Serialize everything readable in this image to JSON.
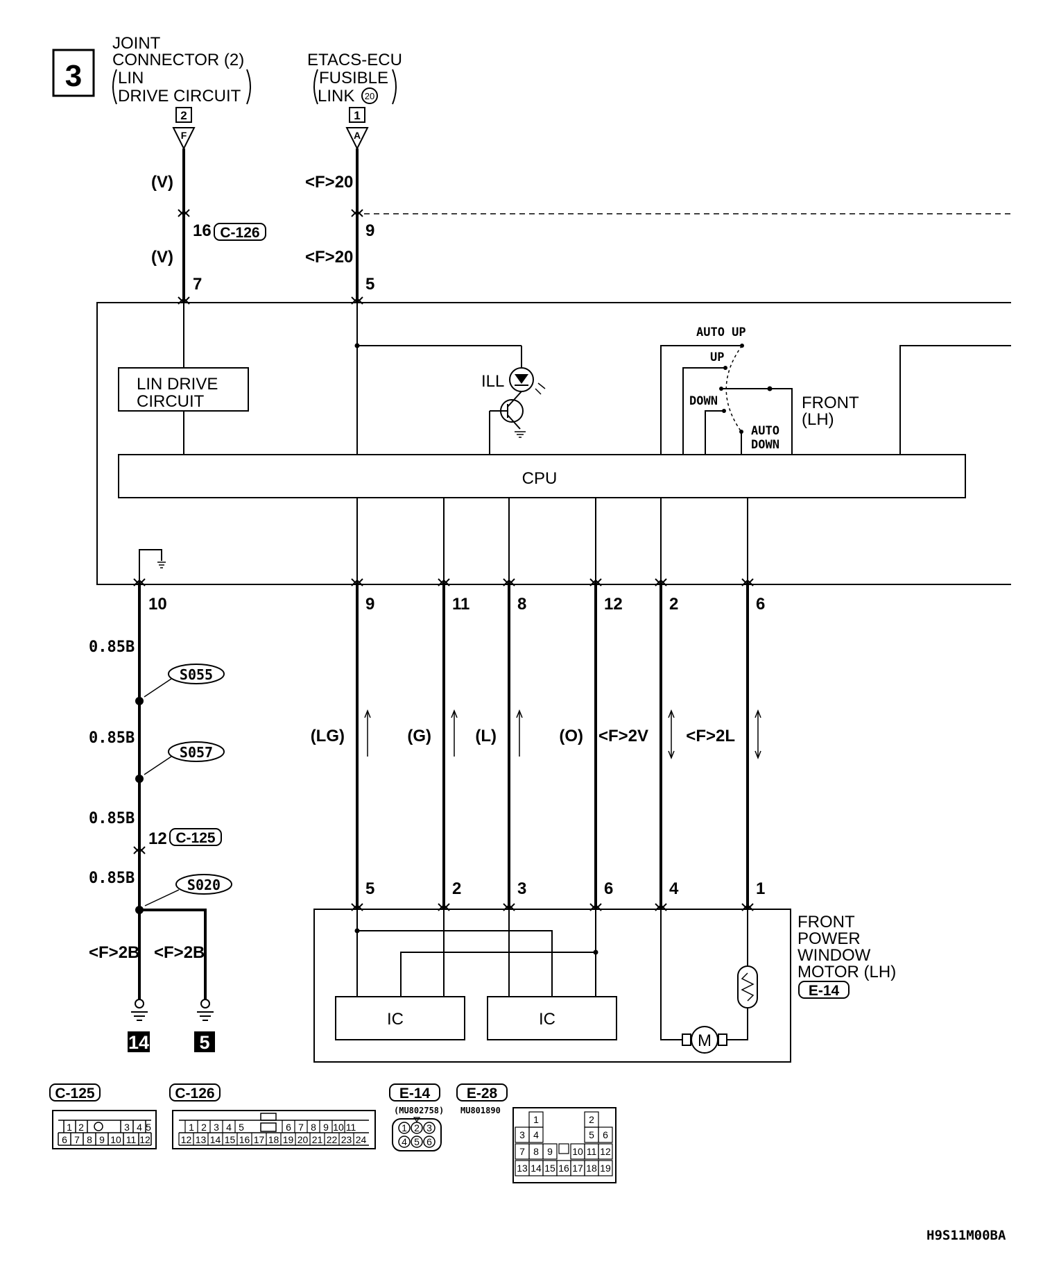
{
  "diagram": {
    "page_number": "3",
    "drawing_code": "H9S11M00BA"
  },
  "sources": {
    "joint": {
      "line1": "JOINT",
      "line2": "CONNECTOR (2)",
      "line3": "LIN",
      "line4": "DRIVE CIRCUIT",
      "pin": "2",
      "connector": "F"
    },
    "etacs": {
      "line1": "ETACS-ECU",
      "line2": "FUSIBLE",
      "line3": "LINK",
      "fusible_no": "20",
      "pin": "1",
      "connector": "A"
    }
  },
  "upper_wires": {
    "w1_color_a": "(V)",
    "w1_pin_c126": "16",
    "c126_tag": "C-126",
    "w1_color_b": "(V)",
    "w1_switch_pin": "7",
    "w2_color_a": "<F>20",
    "w2_pin": "9",
    "w2_color_b": "<F>20",
    "w2_switch_pin": "5"
  },
  "switch": {
    "lin_block_line1": "LIN DRIVE",
    "lin_block_line2": "CIRCUIT",
    "ill_label": "ILL",
    "cpu_label": "CPU",
    "auto_up": "AUTO UP",
    "up": "UP",
    "down": "DOWN",
    "auto_down_1": "AUTO",
    "auto_down_2": "DOWN",
    "front_lh_1": "FRONT",
    "front_lh_2": "(LH)"
  },
  "output_pins": [
    "10",
    "9",
    "11",
    "8",
    "12",
    "2",
    "6"
  ],
  "output_colors": [
    "(LG)",
    "(G)",
    "(L)",
    "(O)",
    "<F>2V",
    "<F>2L"
  ],
  "motor_pins": [
    "5",
    "2",
    "3",
    "6",
    "4",
    "1"
  ],
  "ground": {
    "w1": "0.85B",
    "w2": "0.85B",
    "w3": "0.85B",
    "w4": "0.85B",
    "splice1": "S055",
    "splice2": "S057",
    "splice3": "S020",
    "c125_pin": "12",
    "c125_tag": "C-125",
    "left_color": "<F>2B",
    "right_color": "<F>2B",
    "ground_a": "14",
    "ground_b": "5"
  },
  "motor": {
    "line1": "FRONT",
    "line2": "POWER",
    "line3": "WINDOW",
    "line4": "MOTOR (LH)",
    "connector": "E-14",
    "ic1": "IC",
    "ic2": "IC",
    "motor_symbol": "M"
  },
  "connectors": {
    "c125": {
      "label": "C-125",
      "row1": [
        "1",
        "2",
        "3",
        "4",
        "5"
      ],
      "row2": [
        "6",
        "7",
        "8",
        "9",
        "10",
        "11",
        "12"
      ]
    },
    "c126": {
      "label": "C-126",
      "row1": [
        "1",
        "2",
        "3",
        "4",
        "5",
        "6",
        "7",
        "8",
        "9",
        "10",
        "11"
      ],
      "row2": [
        "12",
        "13",
        "14",
        "15",
        "16",
        "17",
        "18",
        "19",
        "20",
        "21",
        "22",
        "23",
        "24"
      ]
    },
    "e14": {
      "label": "E-14",
      "part": "(MU802758)",
      "pins": [
        "1",
        "2",
        "3",
        "4",
        "5",
        "6"
      ]
    },
    "e28": {
      "label": "E-28",
      "part": "MU801890",
      "pins": [
        "1",
        "2",
        "3",
        "4",
        "5",
        "6",
        "7",
        "8",
        "9",
        "10",
        "11",
        "12",
        "13",
        "14",
        "15",
        "16",
        "17",
        "18",
        "19"
      ]
    }
  }
}
